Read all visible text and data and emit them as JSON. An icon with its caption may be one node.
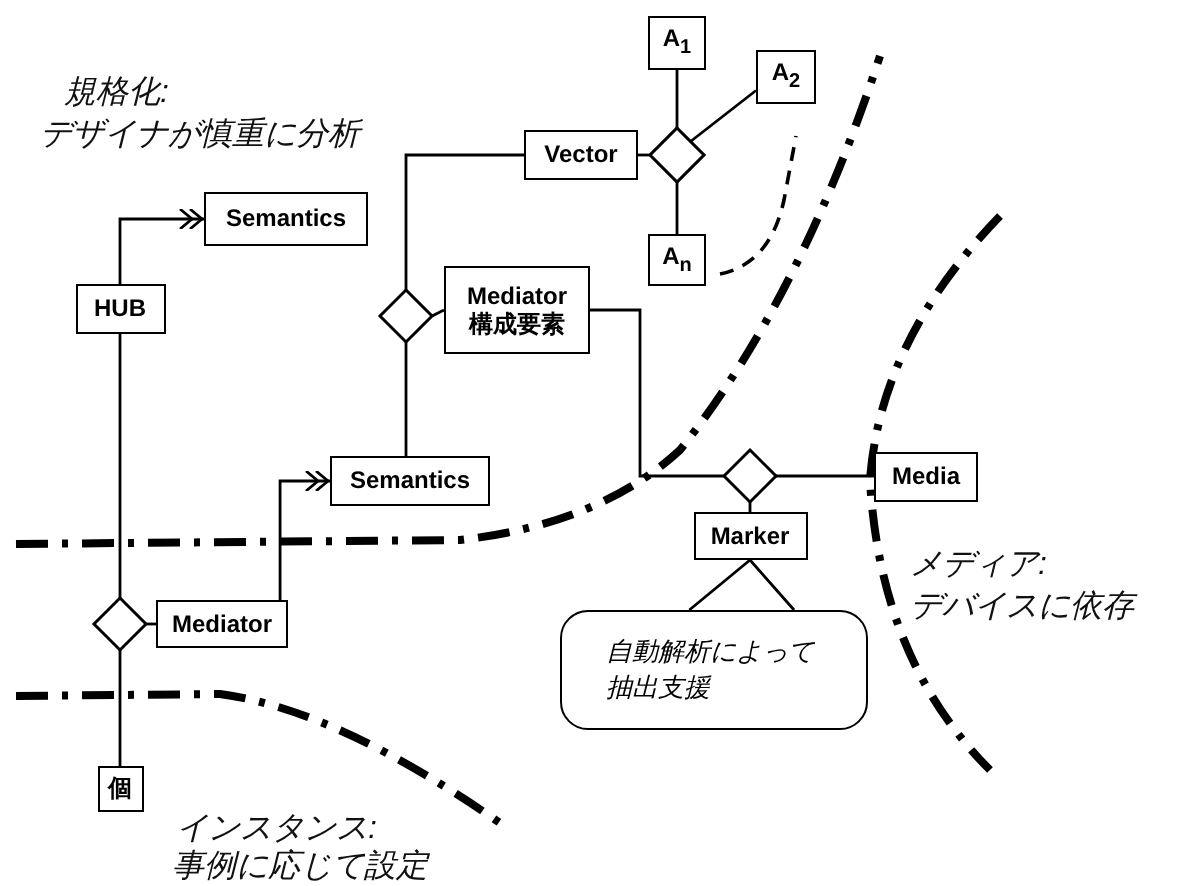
{
  "diagram": {
    "nodes": [
      {
        "text": [
          "A$_{1}$"
        ]
      },
      {
        "text": [
          "A$_{2}$"
        ]
      },
      {
        "text": [
          "Vector"
        ]
      },
      {
        "text": [],
        "shape": "diamond"
      },
      {
        "text": [
          "A$_{n}$"
        ]
      },
      {
        "text": [
          "Semantics"
        ]
      },
      {
        "text": [
          "HUB"
        ]
      },
      {
        "text": [],
        "shape": "diamond"
      },
      {
        "text": [
          "Mediator 構成要素"
        ]
      },
      {
        "text": [
          "Semantics"
        ]
      },
      {
        "text": [],
        "shape": "diamond"
      },
      {
        "text": [
          "Media"
        ]
      },
      {
        "text": [
          "Marker"
        ]
      },
      {
        "text": [
          "自動解析によって抽出支援"
        ]
      },
      {
        "text": [],
        "shape": "diamond"
      },
      {
        "text": [
          "Mediator"
        ]
      },
      {
        "text": [
          "個"
        ]
      }
    ],
    "edges": [
      {
        "from": 3,
        "to": 0,
        "arrow": "none"
      },
      {
        "from": 3,
        "to": 1,
        "arrow": "none"
      },
      {
        "from": 2,
        "to": 3,
        "arrow": "none"
      },
      {
        "from": 3,
        "to": 4,
        "arrow": "none"
      },
      {
        "from": 6,
        "to": 5,
        "arrow": "to"
      },
      {
        "from": 7,
        "to": 2,
        "arrow": "none"
      },
      {
        "from": 7,
        "to": 8,
        "arrow": "none"
      },
      {
        "from": 7,
        "to": 9,
        "arrow": "none"
      },
      {
        "from": 8,
        "to": 10,
        "arrow": "none"
      },
      {
        "from": 10,
        "to": 11,
        "arrow": "none"
      },
      {
        "from": 10,
        "to": 12,
        "arrow": "none"
      },
      {
        "from": 13,
        "to": 12,
        "arrow": "none"
      },
      {
        "from": 6,
        "to": 14,
        "arrow": "none"
      },
      {
        "from": 14,
        "to": 15,
        "arrow": "none"
      },
      {
        "from": 14,
        "to": 16,
        "arrow": "none"
      },
      {
        "from": 15,
        "to": 9,
        "arrow": "to"
      }
    ],
    "labels": [
      "規格化:",
      "デザイナが慎重に分析",
      "メディア:",
      "デバイスに依存",
      "インスタンス:",
      "事例に応じて設定"
    ]
  }
}
